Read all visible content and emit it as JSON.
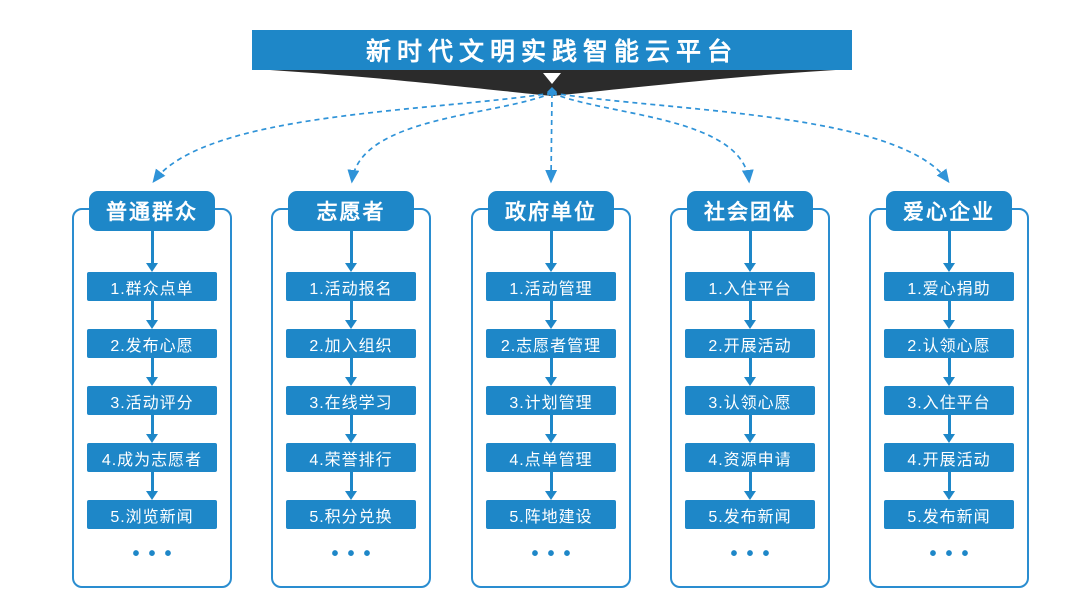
{
  "title": "新时代文明实践智能云平台",
  "colors": {
    "primary_blue": "#1e87c8",
    "dashed_line_blue": "#2f93d8",
    "ribbon_dark": "#2b2b2b",
    "text_white": "#ffffff"
  },
  "icons": {
    "chevron": "chevron-down-icon",
    "flow_arrow": "down-arrow-icon",
    "connector": "dashed-curve-arrow"
  },
  "columns": [
    {
      "header": "普通群众",
      "steps": [
        "1.群众点单",
        "2.发布心愿",
        "3.活动评分",
        "4.成为志愿者",
        "5.浏览新闻"
      ],
      "more": "•••"
    },
    {
      "header": "志愿者",
      "steps": [
        "1.活动报名",
        "2.加入组织",
        "3.在线学习",
        "4.荣誉排行",
        "5.积分兑换"
      ],
      "more": "•••"
    },
    {
      "header": "政府单位",
      "steps": [
        "1.活动管理",
        "2.志愿者管理",
        "3.计划管理",
        "4.点单管理",
        "5.阵地建设"
      ],
      "more": "•••"
    },
    {
      "header": "社会团体",
      "steps": [
        "1.入住平台",
        "2.开展活动",
        "3.认领心愿",
        "4.资源申请",
        "5.发布新闻"
      ],
      "more": "•••"
    },
    {
      "header": "爱心企业",
      "steps": [
        "1.爱心捐助",
        "2.认领心愿",
        "3.入住平台",
        "4.开展活动",
        "5.发布新闻"
      ],
      "more": "•••"
    }
  ]
}
